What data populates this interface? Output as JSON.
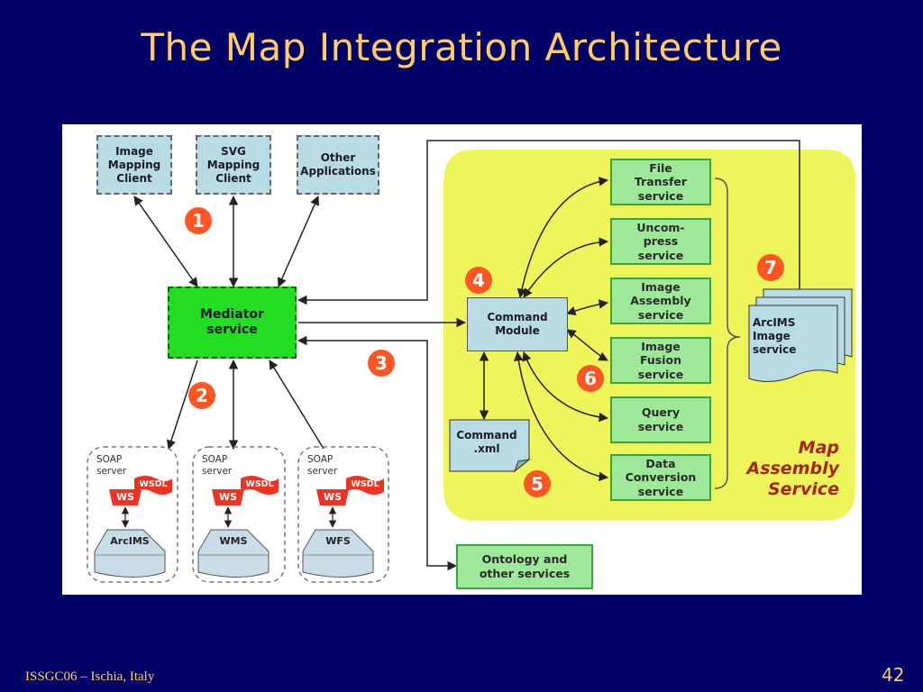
{
  "slide": {
    "title": "The Map Integration Architecture",
    "footer": "ISSGC06 – Ischia, Italy",
    "page_number": "42"
  },
  "clients": [
    {
      "label": "Image\nMapping\nClient"
    },
    {
      "label": "SVG\nMapping\nClient"
    },
    {
      "label": "Other\nApplications"
    }
  ],
  "mediator": {
    "label": "Mediator\nservice"
  },
  "command_module": {
    "label": "Command\nModule"
  },
  "command_xml": {
    "label": "Command\n.xml"
  },
  "services": [
    {
      "label": "File\nTransfer\nservice"
    },
    {
      "label": "Uncom-\npress\nservice"
    },
    {
      "label": "Image\nAssembly\nservice"
    },
    {
      "label": "Image\nFusion\nservice"
    },
    {
      "label": "Query\nservice"
    },
    {
      "label": "Data\nConversion\nservice"
    }
  ],
  "arcims_docs": {
    "label": "ArcIMS\nImage\nservice"
  },
  "map_assembly": {
    "label": "Map\nAssembly\nService"
  },
  "ontology": {
    "label": "Ontology and\nother services"
  },
  "soap_servers": [
    {
      "label": "SOAP\nserver",
      "ws": "WS",
      "wsdl": "WSDL",
      "db": "ArcIMS"
    },
    {
      "label": "SOAP\nserver",
      "ws": "WS",
      "wsdl": "WSDL",
      "db": "WMS"
    },
    {
      "label": "SOAP\nserver",
      "ws": "WS",
      "wsdl": "WSDL",
      "db": "WFS"
    }
  ],
  "step_numbers": [
    "1",
    "2",
    "3",
    "4",
    "5",
    "6",
    "7"
  ],
  "colors": {
    "background": "#000066",
    "title": "#ffcc66",
    "yellow_area": "#eef55a",
    "service_green": "#9ee89a",
    "mediator_green": "#22dd22",
    "client_blue": "#b9dbe6",
    "step_circle": "#ff5522",
    "flag_red": "#ee3322"
  }
}
